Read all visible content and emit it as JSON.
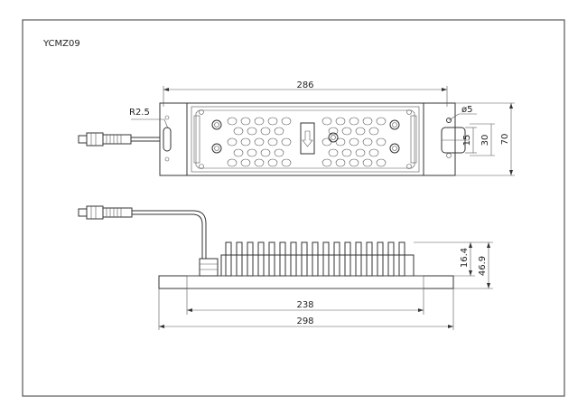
{
  "drawing": {
    "model_label": "YCMZ09",
    "top_view": {
      "overall_width": "286",
      "corner_radius": "R2.5",
      "hole_diameter": "ø5",
      "slot_height": "15",
      "slot_length": "30",
      "overall_height": "70"
    },
    "side_view": {
      "fin_height": "16.4",
      "total_height": "46.9",
      "fin_width": "238",
      "base_width": "298"
    }
  }
}
